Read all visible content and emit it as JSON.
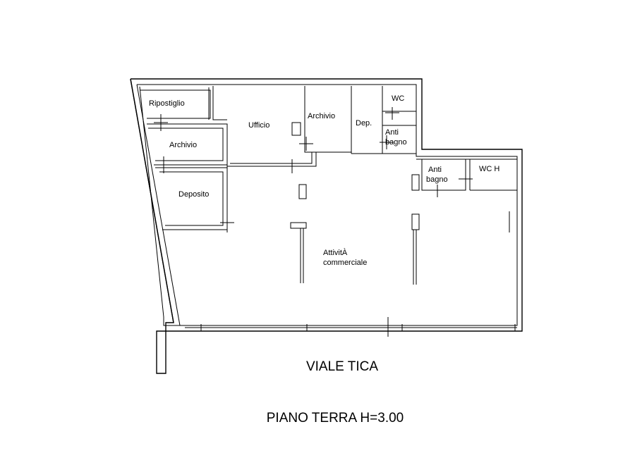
{
  "plan": {
    "rooms": {
      "ripostiglio": "Ripostiglio",
      "archivio_left": "Archivio",
      "deposito": "Deposito",
      "ufficio": "Ufficio",
      "archivio_top": "Archivio",
      "dep": "Dep.",
      "wc": "WC",
      "antibagno_top_1": "Anti",
      "antibagno_top_2": "bagno",
      "antibagno_right_1": "Anti",
      "antibagno_right_2": "bagno",
      "wch": "WC H",
      "attivita_1": "AttivitÀ",
      "attivita_2": "commerciale"
    },
    "street_label": "VIALE TICA",
    "floor_label": "PIANO TERRA H=3.00"
  }
}
